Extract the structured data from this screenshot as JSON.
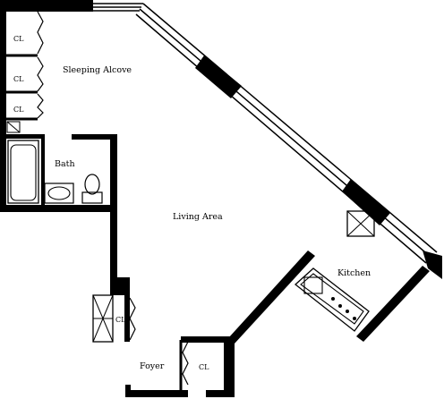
{
  "rooms": {
    "sleeping_alcove": "Sleeping Alcove",
    "bath": "Bath",
    "living_area": "Living Area",
    "kitchen": "Kitchen",
    "foyer": "Foyer"
  },
  "closets": [
    "CL",
    "CL",
    "CL",
    "CL",
    "CL"
  ],
  "colors": {
    "wall": "#000000",
    "background": "#ffffff"
  }
}
